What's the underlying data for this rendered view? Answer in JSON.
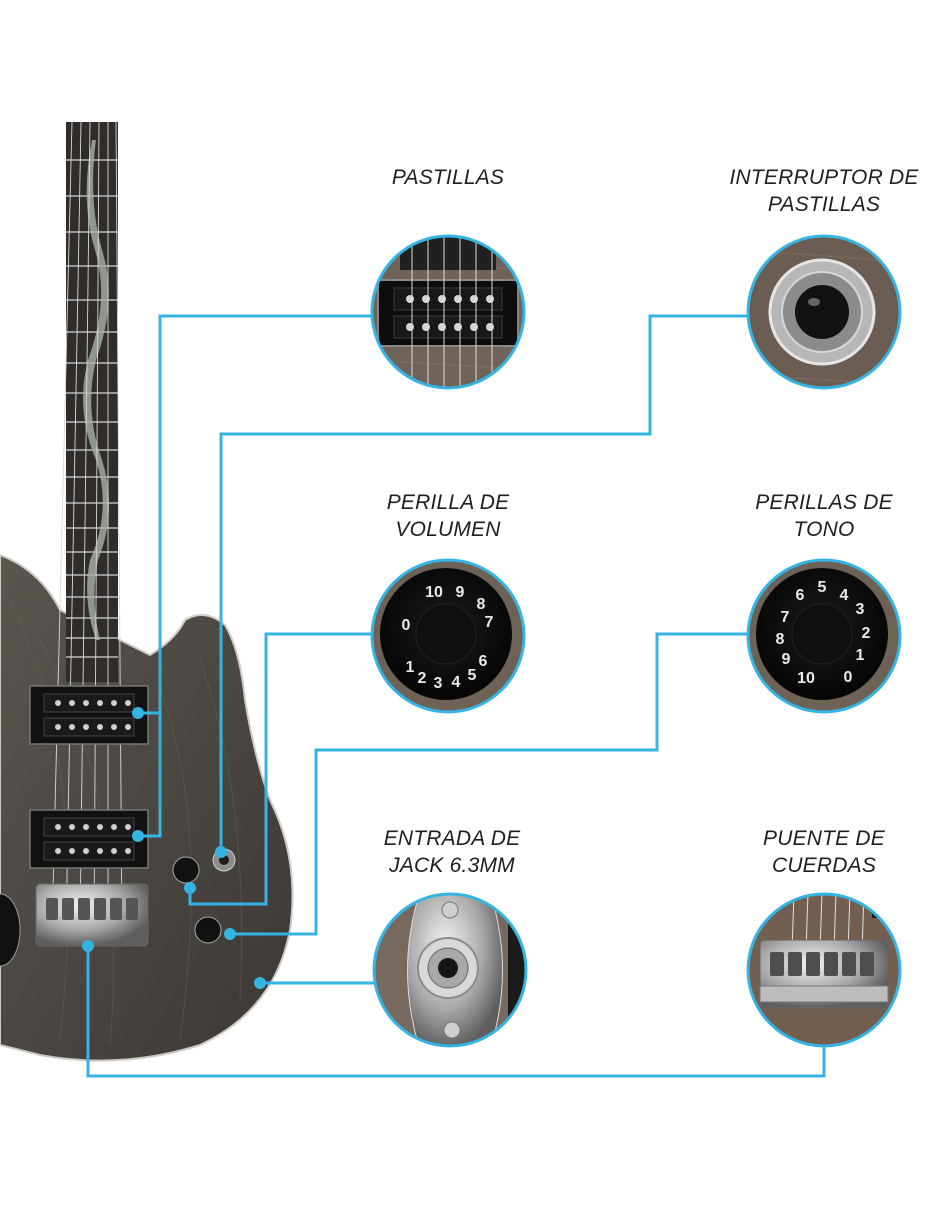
{
  "colors": {
    "connector": "#35b3e3",
    "body_wood": "#4a4641",
    "fretboard": "#3a3634",
    "background": "#ffffff"
  },
  "callouts": [
    {
      "id": "pickups",
      "label_lines": [
        "PASTILLAS"
      ],
      "icon": "humbucker-pickup-icon"
    },
    {
      "id": "pickup-switch",
      "label_lines": [
        "INTERRUPTOR DE",
        "PASTILLAS"
      ],
      "icon": "toggle-switch-icon"
    },
    {
      "id": "volume-knob",
      "label_lines": [
        "PERILLA DE",
        "VOLUMEN"
      ],
      "icon": "volume-knob-icon"
    },
    {
      "id": "tone-knobs",
      "label_lines": [
        "PERILLAS DE",
        "TONO"
      ],
      "icon": "tone-knob-icon"
    },
    {
      "id": "jack-input",
      "label_lines": [
        "ENTRADA DE",
        "JACK 6.3MM"
      ],
      "icon": "output-jack-icon"
    },
    {
      "id": "bridge",
      "label_lines": [
        "PUENTE DE",
        "CUERDAS"
      ],
      "icon": "string-bridge-icon"
    }
  ]
}
